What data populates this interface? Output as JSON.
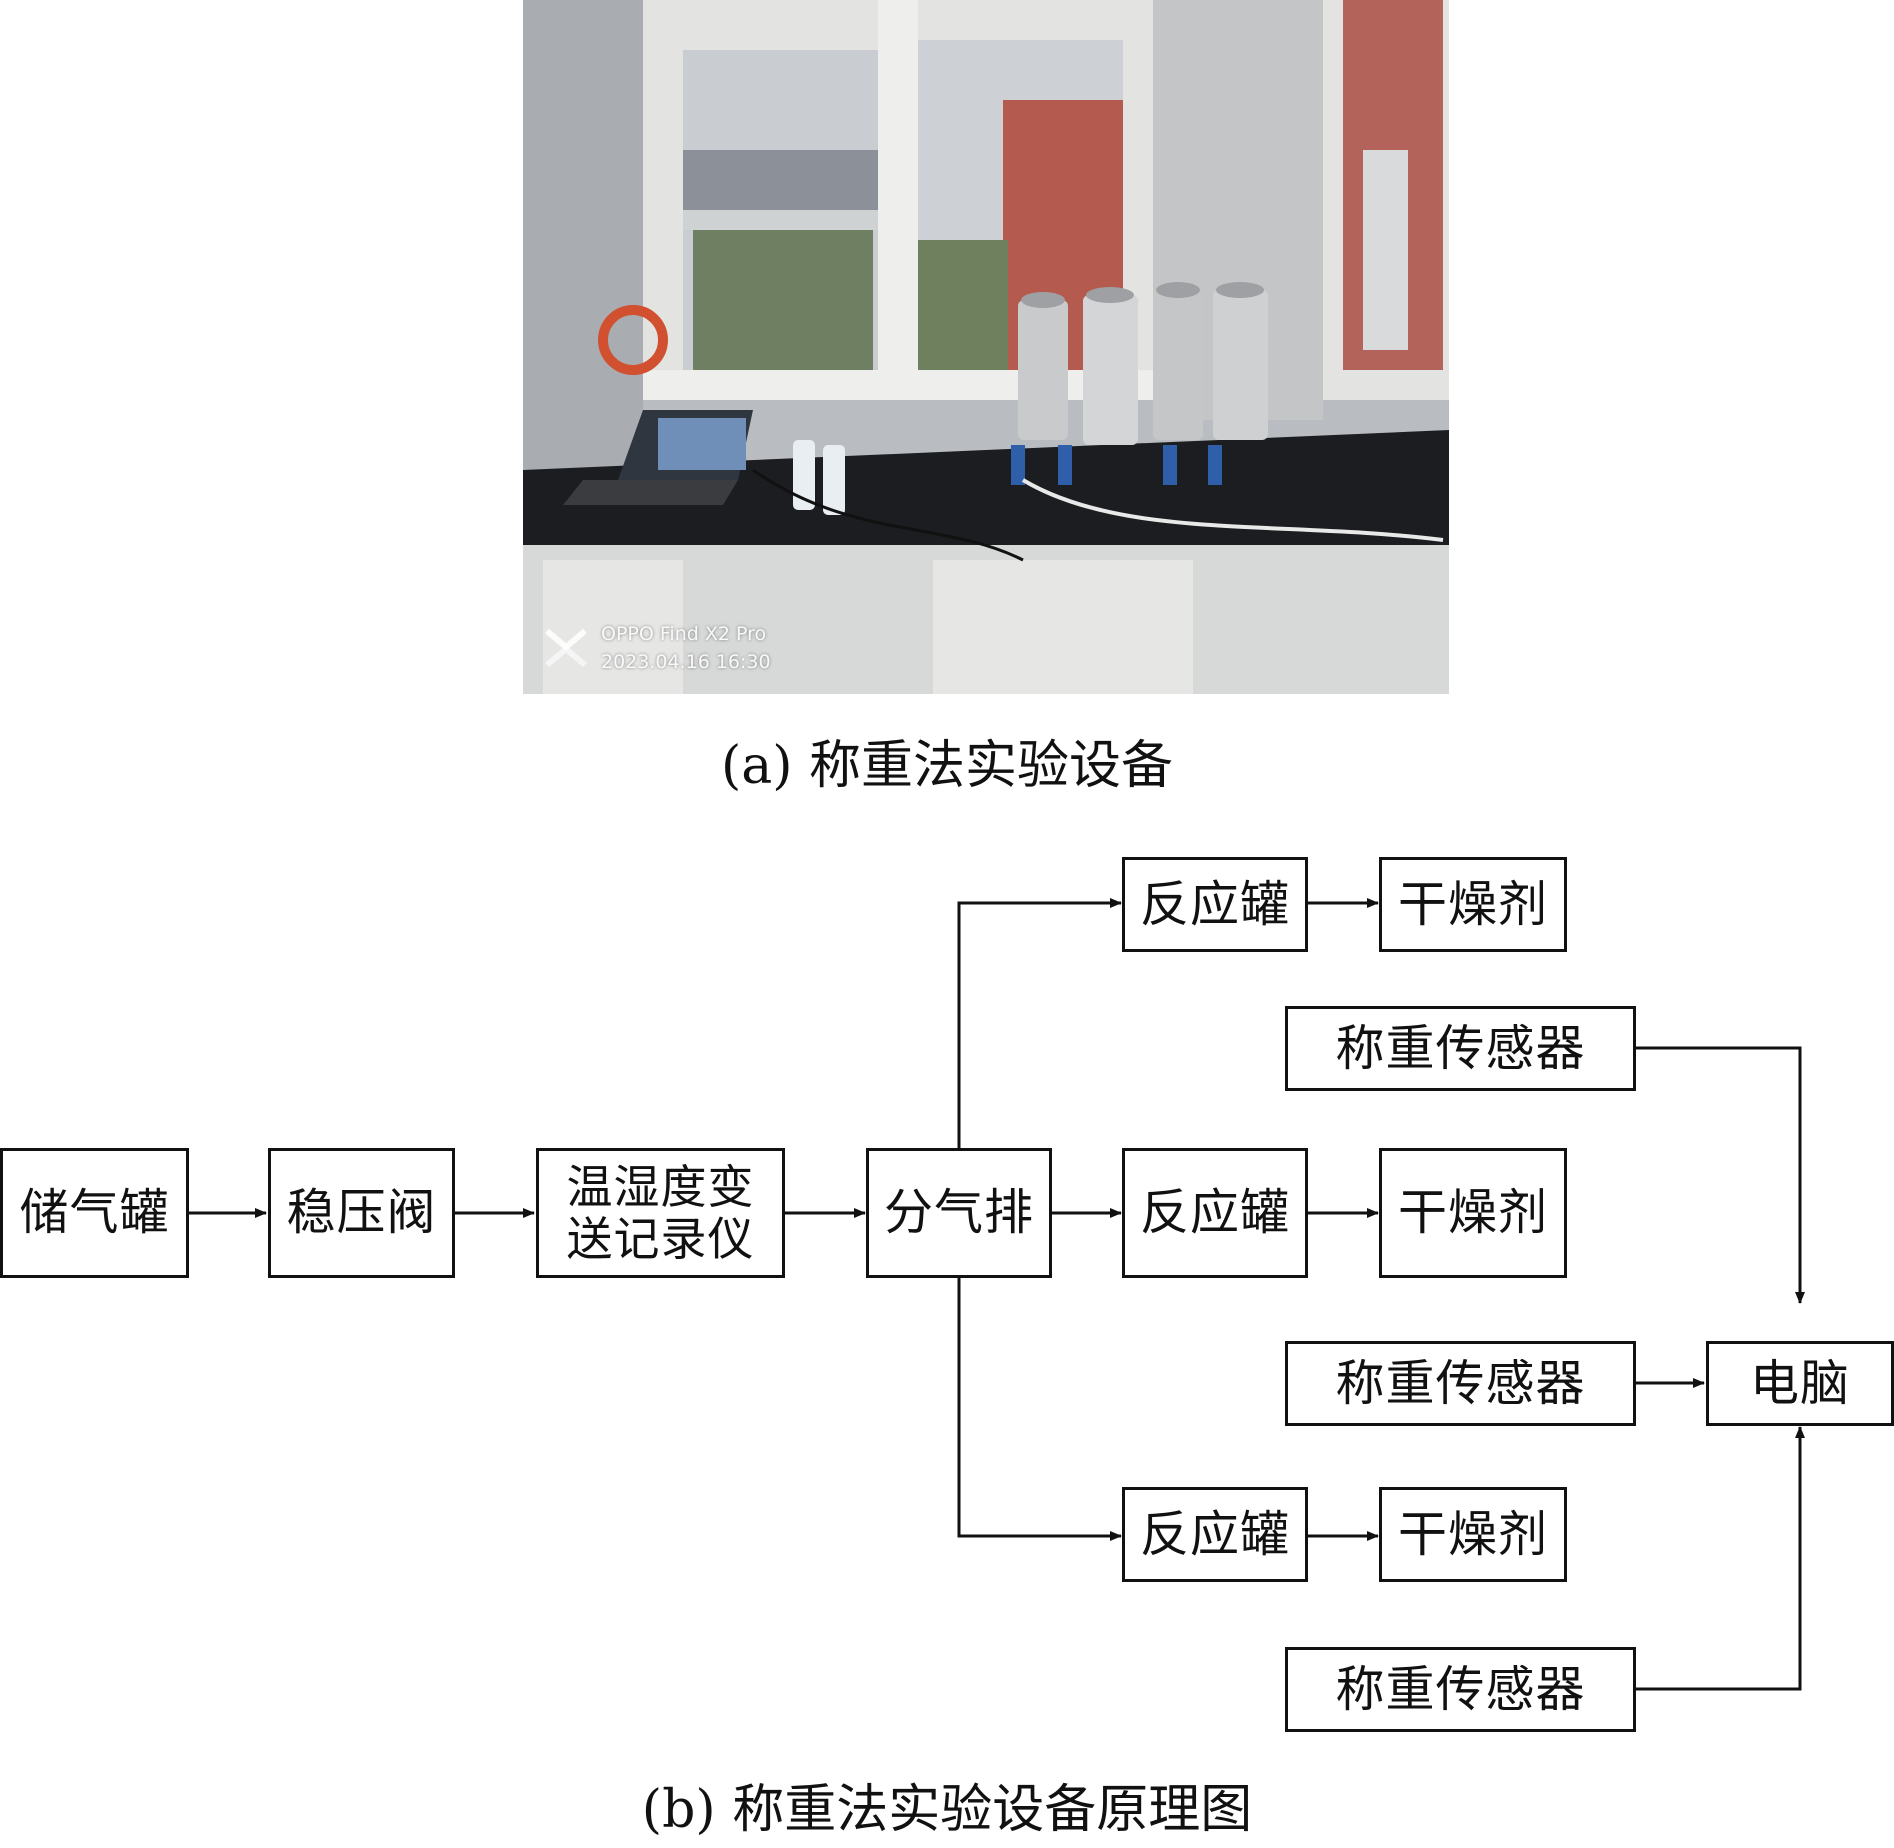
{
  "photo": {
    "watermark_line1": "OPPO Find X2 Pro",
    "watermark_line2": "2023.04.16 16:30"
  },
  "caption_a": "(a) 称重法实验设备",
  "caption_b": "(b) 称重法实验设备原理图",
  "diagram": {
    "storage_tank": "储气罐",
    "pressure_valve": "稳压阀",
    "th_recorder_line1": "温湿度变",
    "th_recorder_line2": "送记录仪",
    "gas_manifold": "分气排",
    "reactors": [
      "反应罐",
      "反应罐",
      "反应罐"
    ],
    "desiccants": [
      "干燥剂",
      "干燥剂",
      "干燥剂"
    ],
    "weighing_sensors": [
      "称重传感器",
      "称重传感器",
      "称重传感器"
    ],
    "computer": "电脑"
  }
}
